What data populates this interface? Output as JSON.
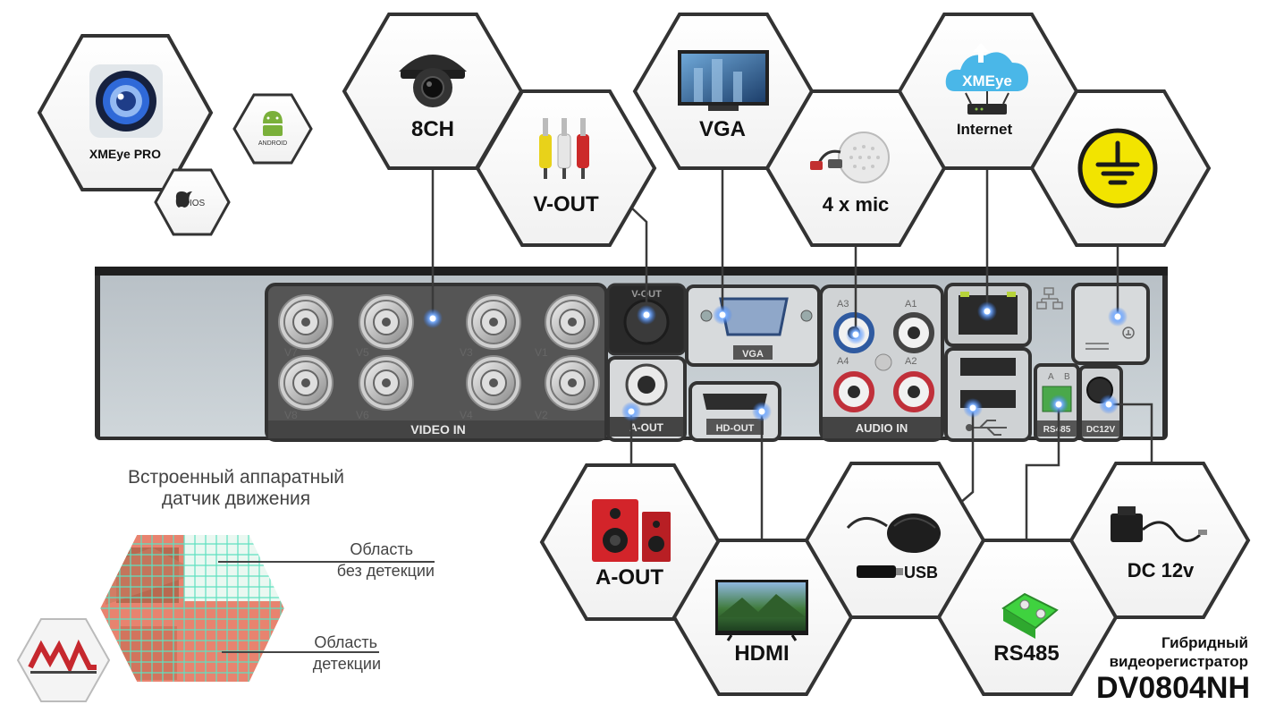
{
  "apps": {
    "main_app": "XMEye PRO",
    "ios": "IOS",
    "android": "ANDROID"
  },
  "top_hexes": {
    "ch8": "8CH",
    "vout": "V-OUT",
    "vga": "VGA",
    "mic": "4 x mic",
    "internet": "Internet",
    "cloud": "XMEye"
  },
  "bottom_hexes": {
    "aout": "A-OUT",
    "hdmi": "HDMI",
    "usb": "USB",
    "rs485": "RS485",
    "dc": "DC 12v"
  },
  "panel": {
    "video_in": "VIDEO IN",
    "channels": [
      "V7",
      "V5",
      "V3",
      "V1",
      "V8",
      "V6",
      "V4",
      "V2"
    ],
    "vout": "V-OUT",
    "aout": "A-OUT",
    "vga": "VGA",
    "hdout": "HD-OUT",
    "audio_in": "AUDIO IN",
    "audio_channels": [
      "A3",
      "A1",
      "A4",
      "A2"
    ],
    "rs485_ab": [
      "A",
      "B"
    ],
    "rs485": "RS485",
    "dc": "DC12V"
  },
  "motion": {
    "line1": "Встроенный аппаратный",
    "line2": "датчик движения",
    "no_detect_1": "Область",
    "no_detect_2": "без детекции",
    "detect_1": "Область",
    "detect_2": "детекции"
  },
  "product": {
    "line1": "Гибридный",
    "line2": "видеорегистратор",
    "model": "DV0804NH"
  },
  "colors": {
    "hex_border": "#333333",
    "panel": "#4a4a4a",
    "connector_line": "#3a3a3a",
    "led": "#2f7bff",
    "ground_yellow": "#f2e400",
    "motion_red": "#e8836f",
    "motion_grid": "#5fe0c0"
  }
}
